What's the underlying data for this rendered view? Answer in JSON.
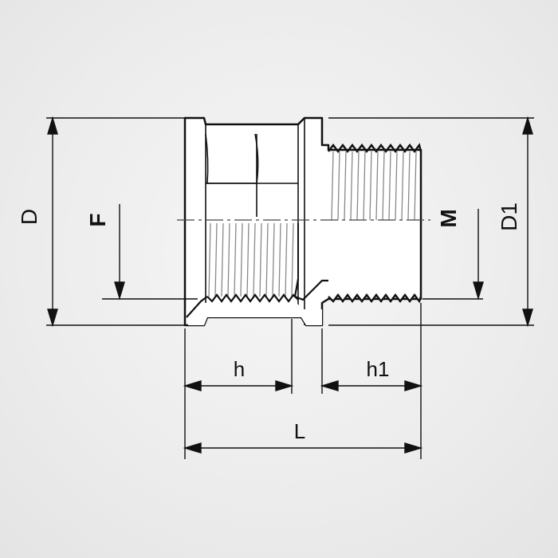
{
  "diagram": {
    "labels": {
      "D": "D",
      "D1": "D1",
      "F": "F",
      "M": "M",
      "h": "h",
      "h1": "h1",
      "L": "L"
    },
    "colors": {
      "line": "#111111",
      "body_fill": "#ffffff",
      "background": "#ececec",
      "thread": "#9a9a9a"
    }
  }
}
